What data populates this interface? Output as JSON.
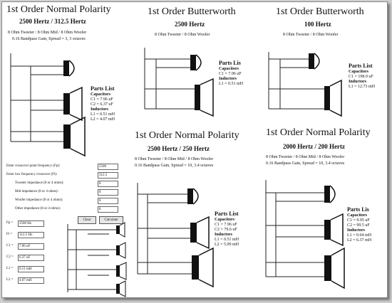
{
  "sheet_a": {
    "title": "1st Order Normal Polarity",
    "subtitle": "2500 Hertz / 312.5 Hertz",
    "notes": [
      "8 Ohm Tweeter / 8 Ohm Mid / 8 Ohm Woofer",
      "0.16 Bandpass Gain, Spread = 3, 3 octaves"
    ],
    "parts_title": "Parts List",
    "cap_head": "Capacitors",
    "caps": [
      "C1 = 7.96 uF",
      "C2 = 6.37 uF"
    ],
    "ind_head": "Inductors",
    "inds": [
      "L1 = 0.51 mH",
      "L2 = 4.07 mH"
    ]
  },
  "sheet_b": {
    "title": "1st Order Butterworth",
    "subtitle": "2500 Hertz",
    "notes": [
      "8 Ohm Tweeter / 8 Ohm Woofer"
    ],
    "parts_title": "Parts Lis",
    "cap_head": "Capacitors",
    "caps": [
      "C1 = 7.96 uF"
    ],
    "ind_head": "Inductors",
    "inds": [
      "L1 = 0.51 mH"
    ]
  },
  "sheet_c": {
    "title": "1st Order Butterworth",
    "subtitle": "100 Hertz",
    "notes": [
      "8 Ohm Tweeter / 8 Ohm Woofer"
    ],
    "parts_title": "Parts List",
    "cap_head": "Capacitors",
    "caps": [
      "C1 = 198.9 uF"
    ],
    "ind_head": "Inductors",
    "inds": [
      "L1 = 12.73 mH"
    ]
  },
  "sheet_d": {
    "title": "1st Order Normal Polarity",
    "subtitle": "2500 Hertz / 250 Hertz",
    "notes": [
      "8 Ohm Tweeter / 8 Ohm Mid / 8 Ohm Woofer",
      "0.16 Bandpass Gain, Spread = 10, 3.4 octaves"
    ],
    "parts_title": "Parts List",
    "cap_head": "Capacitors",
    "caps": [
      "C1 = 7.96 uF",
      "C2 = 79.6 uF"
    ],
    "ind_head": "Inductors",
    "inds": [
      "L1 = 0.51 mH",
      "L2 = 5.09 mH"
    ]
  },
  "sheet_e": {
    "title": "1st Order Normal Polarity",
    "subtitle": "2000 Hertz / 200 Hertz",
    "notes": [
      "8 Ohm Tweeter / 8 Ohm Mid / 8 Ohm Woofer",
      "0.16 Bandpass Gain, Spread = 10, 3.4 octaves"
    ],
    "parts_title": "Parts Lis",
    "cap_head": "Capacitors",
    "caps": [
      "C1 = 9.95 uF",
      "C2 = 99.5 uF"
    ],
    "ind_head": "Inductors",
    "inds": [
      "L1 = 0.64 mH",
      "L2 = 6.37 mH"
    ]
  },
  "calculator": {
    "rows": [
      {
        "label": "Enter crossover point frequency (Fp):",
        "value": "2500"
      },
      {
        "label": "Enter low frequency crossover (Fl):",
        "value": "312.5"
      },
      {
        "label": "Tweeter impedance (8 or 4 ohms):",
        "value": "8"
      },
      {
        "label": "Mid impedance (8 or 4 ohms):",
        "value": "8"
      },
      {
        "label": "Woofer impedance (8 or 4 ohms):",
        "value": "8"
      },
      {
        "label": "Other impedance (8 or 4 ohms):",
        "value": "8"
      }
    ],
    "buttons": [
      "Clear",
      "Calculate"
    ],
    "results": [
      {
        "label": "Fp =",
        "value": "2500 Hz"
      },
      {
        "label": "Fl =",
        "value": "312.5 Hz"
      },
      {
        "label": "C1 =",
        "value": "7.96 uF"
      },
      {
        "label": "C2 =",
        "value": "6.37 uF"
      },
      {
        "label": "L1 =",
        "value": "0.51 mH"
      },
      {
        "label": "L2 =",
        "value": "4.07 mH"
      }
    ]
  }
}
